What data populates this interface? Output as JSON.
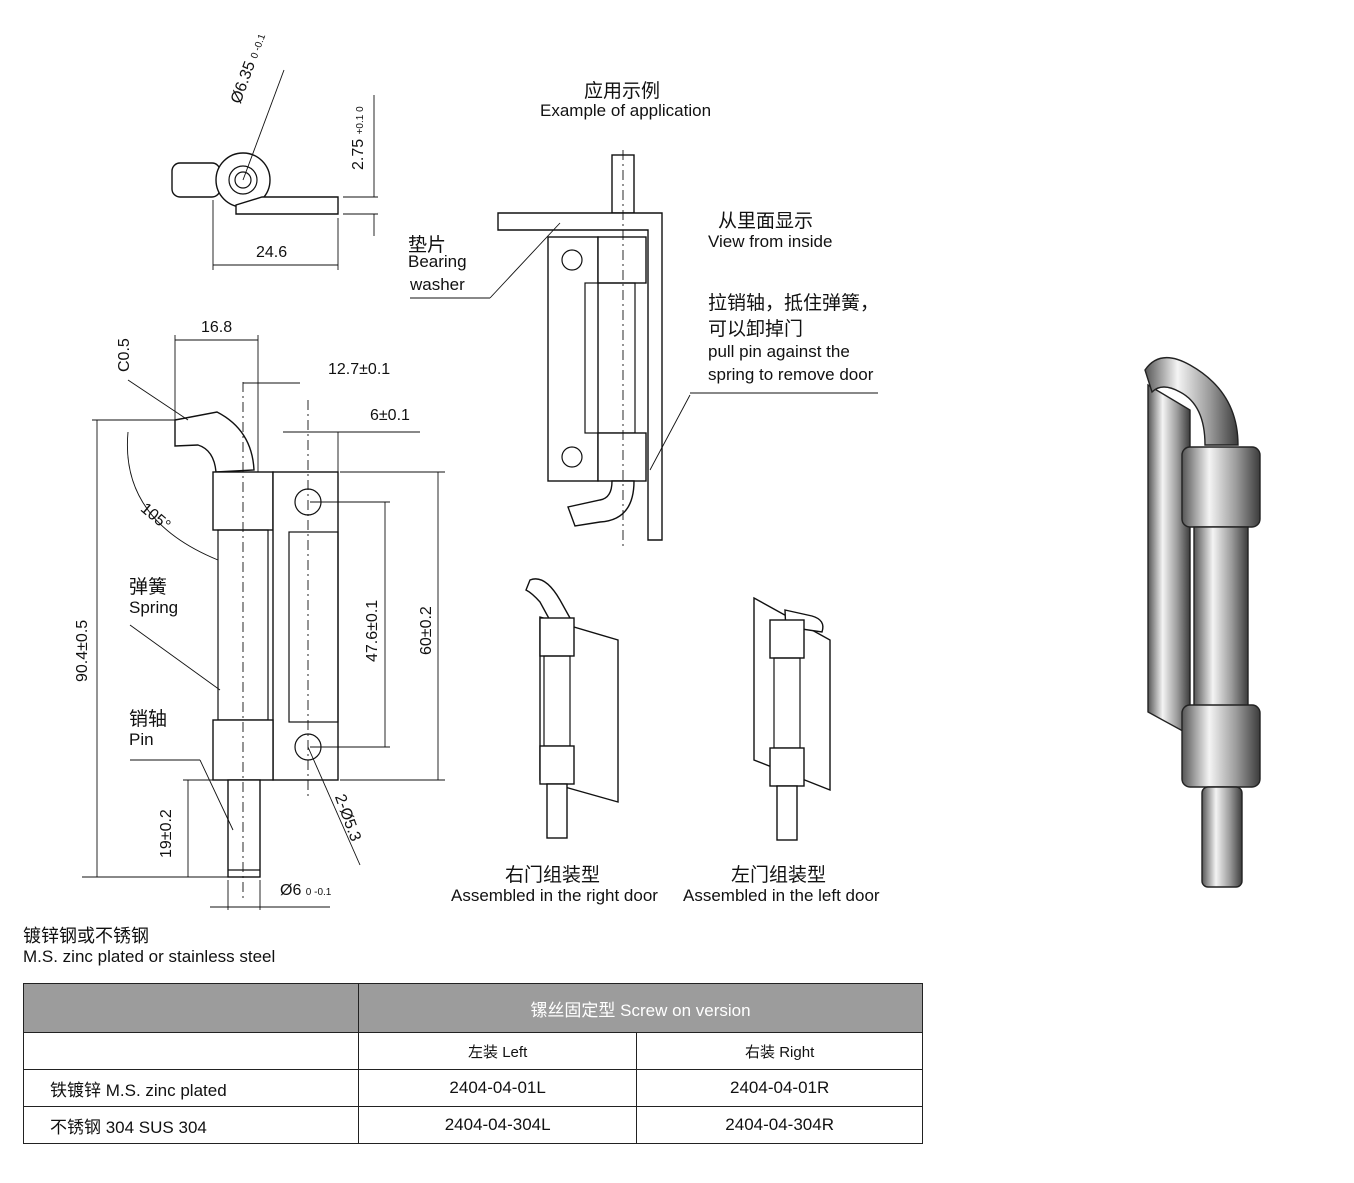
{
  "application": {
    "title_cn": "应用示例",
    "title_en": "Example of application",
    "view_cn": "从里面显示",
    "view_en": "View from inside",
    "washer_cn": "垫片",
    "washer_en_1": "Bearing",
    "washer_en_2": "washer",
    "pull_cn_1": "拉销轴，抵住弹簧，",
    "pull_cn_2": "可以卸掉门",
    "pull_en_1": "pull pin against the",
    "pull_en_2": "spring to remove door"
  },
  "dimensions": {
    "diameter_635": "Ø6.35",
    "diameter_635_tol": "0  -0.1",
    "height_275": "2.75",
    "height_275_tol": "+0.1  0",
    "width_246": "24.6",
    "width_168": "16.8",
    "chamfer": "C0.5",
    "offset_127": "12.7±0.1",
    "offset_6": "6±0.1",
    "angle": "105°",
    "length_904": "90.4±0.5",
    "hole_pitch": "47.6±0.1",
    "plate_height": "60±0.2",
    "pin_length": "19±0.2",
    "holes": "2-Ø5.3",
    "pin_diameter": "Ø6",
    "pin_diameter_tol": "0  -0.1"
  },
  "labels": {
    "spring_cn": "弹簧",
    "spring_en": "Spring",
    "pin_cn": "销轴",
    "pin_en": "Pin",
    "right_cn": "右门组装型",
    "right_en": "Assembled in the right door",
    "left_cn": "左门组装型",
    "left_en": "Assembled in the left door",
    "material_cn": "镀锌钢或不锈钢",
    "material_en": "M.S. zinc plated or stainless steel"
  },
  "table": {
    "header": "镙丝固定型 Screw on version",
    "col_left": "左装 Left",
    "col_right": "右装 Right",
    "rows": [
      {
        "label": "铁镀锌 M.S. zinc plated",
        "left": "2404-04-01L",
        "right": "2404-04-01R"
      },
      {
        "label": "不锈钢 304 SUS 304",
        "left": "2404-04-304L",
        "right": "2404-04-304R"
      }
    ]
  },
  "colors": {
    "table_header_bg": "#9c9c9c",
    "line": "#111111"
  }
}
